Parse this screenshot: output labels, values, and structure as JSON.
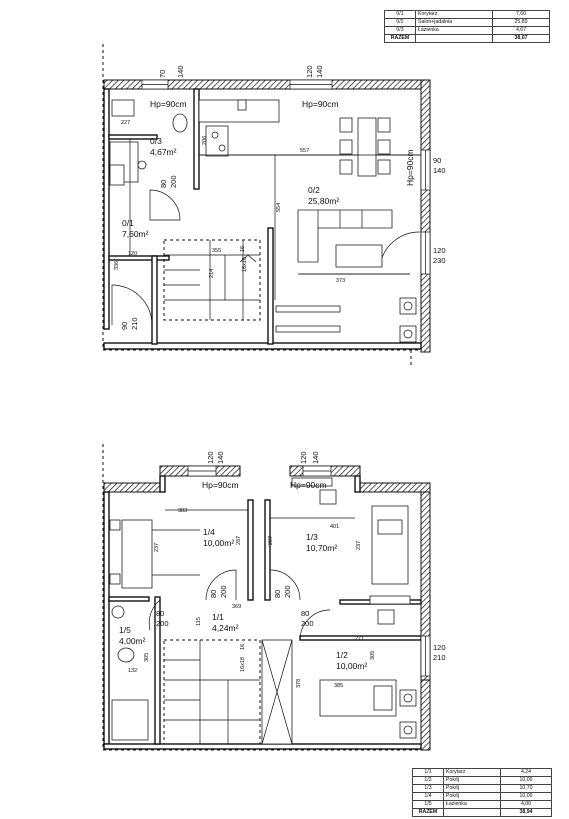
{
  "ground_floor": {
    "legend": [
      {
        "no": "0/1",
        "name": "Korytarz",
        "area": "7,60"
      },
      {
        "no": "0/2",
        "name": "Salon+jadalnia",
        "area": "25,80"
      },
      {
        "no": "0/3",
        "name": "Łazienka",
        "area": "4,67"
      }
    ],
    "total": {
      "label": "RAZEM",
      "area": "38,07"
    },
    "rooms": {
      "r01": {
        "no": "0/1",
        "area": "7,60m²"
      },
      "r02": {
        "no": "0/2",
        "area": "25,80m²"
      },
      "r03": {
        "no": "0/3",
        "area": "4,67m²"
      }
    },
    "labels": {
      "hp1": "Hp=90cm",
      "hp2": "Hp=90cm",
      "hp3": "Hp=90cm",
      "w70": "70",
      "w140a": "140",
      "w120": "120",
      "w140b": "140",
      "d227": "227",
      "d206": "206",
      "d557": "557",
      "d554": "554",
      "d120": "120",
      "d336": "336",
      "d80": "80",
      "d200": "200",
      "d90": "90",
      "d210": "210",
      "d355": "355",
      "d214": "214",
      "d373": "373",
      "stairs": "16x18",
      "s16": "16",
      "rw90": "90",
      "rw140": "140",
      "rw120": "120",
      "rw230": "230"
    }
  },
  "upper_floor": {
    "legend": [
      {
        "no": "1/1",
        "name": "Korytarz",
        "area": "4,24"
      },
      {
        "no": "1/2",
        "name": "Pokój",
        "area": "10,00"
      },
      {
        "no": "1/3",
        "name": "Pokój",
        "area": "10,70"
      },
      {
        "no": "1/4",
        "name": "Pokój",
        "area": "10,00"
      },
      {
        "no": "1/5",
        "name": "Łazienka",
        "area": "4,00"
      }
    ],
    "total": {
      "label": "RAZEM",
      "area": "38,94"
    },
    "rooms": {
      "r11": {
        "no": "1/1",
        "area": "4,24m²"
      },
      "r12": {
        "no": "1/2",
        "area": "10,00m²"
      },
      "r13": {
        "no": "1/3",
        "area": "10,70m²"
      },
      "r14": {
        "no": "1/4",
        "area": "10,00m²"
      },
      "r15": {
        "no": "1/5",
        "area": "4,00m²"
      }
    },
    "labels": {
      "hp1": "Hp=90cm",
      "hp2": "Hp=90cm",
      "w120a": "120",
      "w140a": "140",
      "w120b": "120",
      "w140b": "140",
      "d383": "383",
      "d401": "401",
      "d237a": "237",
      "d287a": "287",
      "d287b": "287",
      "d237b": "237",
      "d369": "369",
      "d80a": "80",
      "d200a": "200",
      "d80b": "80",
      "d200b": "200",
      "d80c": "80",
      "d200c": "200",
      "d80d": "80",
      "d200d": "200",
      "d115": "115",
      "d271": "271",
      "d305a": "305",
      "d305b": "305",
      "d132": "132",
      "d378": "378",
      "d385": "385",
      "stairs": "16x18",
      "s16": "16",
      "rw120": "120",
      "rw210": "210"
    }
  }
}
